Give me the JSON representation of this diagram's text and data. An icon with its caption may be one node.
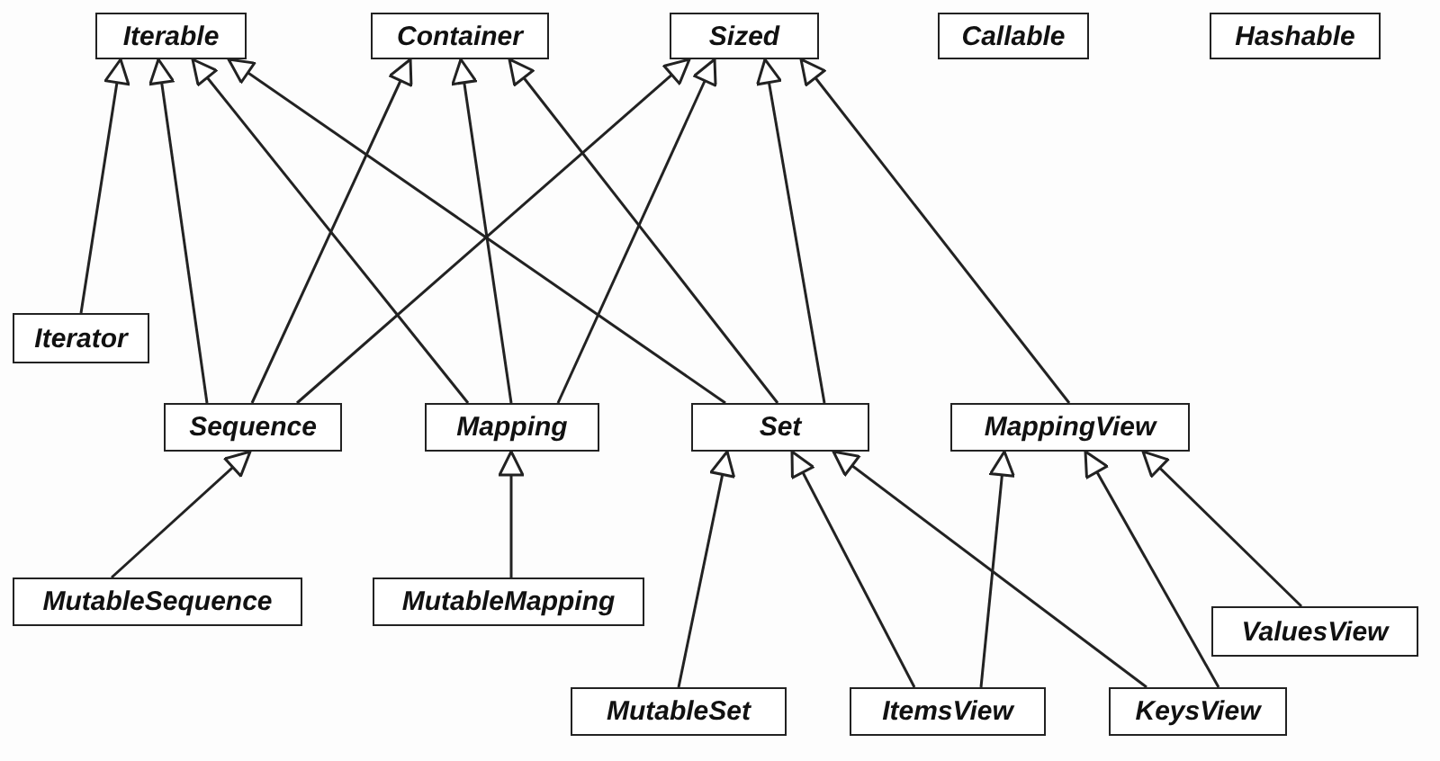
{
  "diagram": {
    "nodes": [
      {
        "text": [
          "Iterable"
        ]
      },
      {
        "text": [
          "Container"
        ]
      },
      {
        "text": [
          "Sized"
        ]
      },
      {
        "text": [
          "Callable"
        ]
      },
      {
        "text": [
          "Hashable"
        ]
      },
      {
        "text": [
          "Iterator"
        ]
      },
      {
        "text": [
          "Sequence"
        ]
      },
      {
        "text": [
          "Mapping"
        ]
      },
      {
        "text": [
          "Set"
        ]
      },
      {
        "text": [
          "MappingView"
        ]
      },
      {
        "text": [
          "MutableSequence"
        ]
      },
      {
        "text": [
          "MutableMapping"
        ]
      },
      {
        "text": [
          "ValuesView"
        ]
      },
      {
        "text": [
          "MutableSet"
        ]
      },
      {
        "text": [
          "ItemsView"
        ]
      },
      {
        "text": [
          "KeysView"
        ]
      }
    ],
    "edges": [
      {
        "from": 5,
        "to": 0,
        "arrow": "to"
      },
      {
        "from": 6,
        "to": 0,
        "arrow": "to"
      },
      {
        "from": 7,
        "to": 0,
        "arrow": "to"
      },
      {
        "from": 8,
        "to": 0,
        "arrow": "to"
      },
      {
        "from": 6,
        "to": 1,
        "arrow": "to"
      },
      {
        "from": 7,
        "to": 1,
        "arrow": "to"
      },
      {
        "from": 8,
        "to": 1,
        "arrow": "to"
      },
      {
        "from": 6,
        "to": 2,
        "arrow": "to"
      },
      {
        "from": 7,
        "to": 2,
        "arrow": "to"
      },
      {
        "from": 8,
        "to": 2,
        "arrow": "to"
      },
      {
        "from": 9,
        "to": 2,
        "arrow": "to"
      },
      {
        "from": 10,
        "to": 6,
        "arrow": "to"
      },
      {
        "from": 11,
        "to": 7,
        "arrow": "to"
      },
      {
        "from": 13,
        "to": 8,
        "arrow": "to"
      },
      {
        "from": 14,
        "to": 8,
        "arrow": "to"
      },
      {
        "from": 15,
        "to": 8,
        "arrow": "to"
      },
      {
        "from": 14,
        "to": 9,
        "arrow": "to"
      },
      {
        "from": 15,
        "to": 9,
        "arrow": "to"
      },
      {
        "from": 12,
        "to": 9,
        "arrow": "to"
      }
    ]
  }
}
